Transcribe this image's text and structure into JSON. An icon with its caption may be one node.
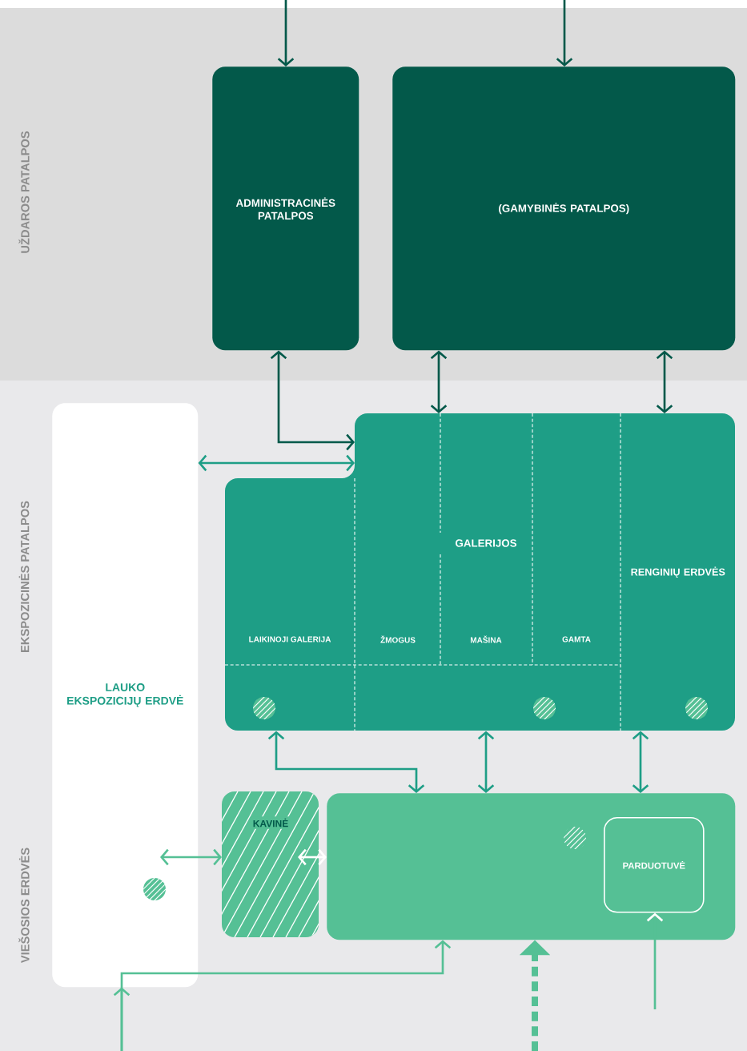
{
  "diagram": {
    "nodes": [
      {
        "text": [
          "ADMINISTRACINĖS PATALPOS"
        ]
      },
      {
        "text": [
          "(GAMYBINĖS PATALPOS)"
        ]
      },
      {
        "text": [
          "LAUKO EKSPOZICIJŲ ERDVĖ"
        ]
      },
      {
        "text": [
          "GALERIJOS"
        ]
      },
      {
        "text": [
          "LAIKINOJI GALERIJA"
        ],
        "in": 3
      },
      {
        "text": [
          "ŽMOGUS"
        ],
        "in": 3
      },
      {
        "text": [
          "MAŠINA"
        ],
        "in": 3
      },
      {
        "text": [
          "GAMTA"
        ],
        "in": 3
      },
      {
        "text": [
          "RENGINIŲ ERDVĖS"
        ]
      },
      {
        "text": [
          "KAVINĖ"
        ]
      },
      {
        "text": [],
        "shape": "box"
      },
      {
        "text": [
          "PARDUOTUVĖ"
        ],
        "in": 10
      }
    ],
    "edges": [
      {
        "from": null,
        "to": 0,
        "arrow": "to",
        "color": "#03594a"
      },
      {
        "from": null,
        "to": 1,
        "arrow": "to",
        "color": "#03594a"
      },
      {
        "from": 0,
        "to": 3,
        "arrow": "both",
        "color": "#03594a"
      },
      {
        "from": 1,
        "to": 3,
        "arrow": "both",
        "color": "#03594a"
      },
      {
        "from": 1,
        "to": 8,
        "arrow": "both",
        "color": "#03594a"
      },
      {
        "from": 2,
        "to": 3,
        "arrow": "both",
        "color": "#1e9e86"
      },
      {
        "from": 3,
        "to": 10,
        "arrow": "both",
        "color": "#1e9e86"
      },
      {
        "from": 3,
        "to": 10,
        "arrow": "both",
        "color": "#1e9e86"
      },
      {
        "from": 8,
        "to": 10,
        "arrow": "both",
        "color": "#1e9e86"
      },
      {
        "from": 2,
        "to": 9,
        "arrow": "both",
        "color": "#55c095"
      },
      {
        "from": 9,
        "to": 10,
        "arrow": "both",
        "color": "#ffffff"
      },
      {
        "from": null,
        "to": 2,
        "arrow": "to",
        "color": "#55c095"
      },
      {
        "from": null,
        "to": 10,
        "arrow": "to",
        "color": "#55c095"
      },
      {
        "from": null,
        "to": 10,
        "arrow": "to",
        "style": "dashed",
        "color": "#55c095"
      },
      {
        "from": null,
        "to": 11,
        "arrow": "to",
        "color": "#55c095"
      }
    ],
    "labels": [
      "UŽDAROS PATALPOS",
      "EKSPOZICINĖS PATALPOS",
      "VIEŠOSIOS ERDVĖS"
    ]
  }
}
